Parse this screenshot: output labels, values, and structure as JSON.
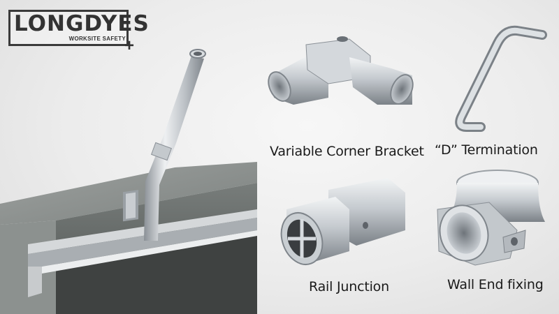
{
  "brand": {
    "name": "LONGDYES",
    "tagline": "WORKSITE SAFETY",
    "mark": "+"
  },
  "products": [
    {
      "label": "Variable Corner Bracket",
      "icon": "corner-bracket-icon"
    },
    {
      "label": "“D” Termination",
      "icon": "d-termination-icon"
    },
    {
      "label": "Rail Junction",
      "icon": "rail-junction-icon"
    },
    {
      "label": "Wall End fixing",
      "icon": "wall-end-fixing-icon"
    }
  ],
  "colors": {
    "metal_light": "#e4e7ea",
    "metal_mid": "#b3b8bd",
    "metal_dark": "#7d838a",
    "parapet_top": "#8a8f8c",
    "parapet_face": "#6f7472",
    "interior": "#3b3d3c",
    "logo_ink": "#333333"
  }
}
